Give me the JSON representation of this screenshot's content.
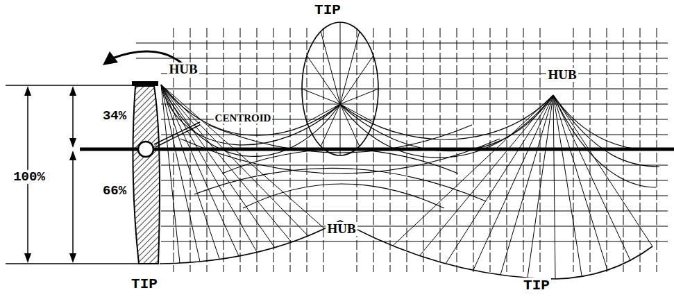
{
  "diagram": {
    "labels": [
      "TIP",
      "HUB",
      "HUB",
      "CENTROID",
      "34%",
      "100%",
      "66%",
      "HUB",
      "TIP",
      "TIP"
    ]
  }
}
